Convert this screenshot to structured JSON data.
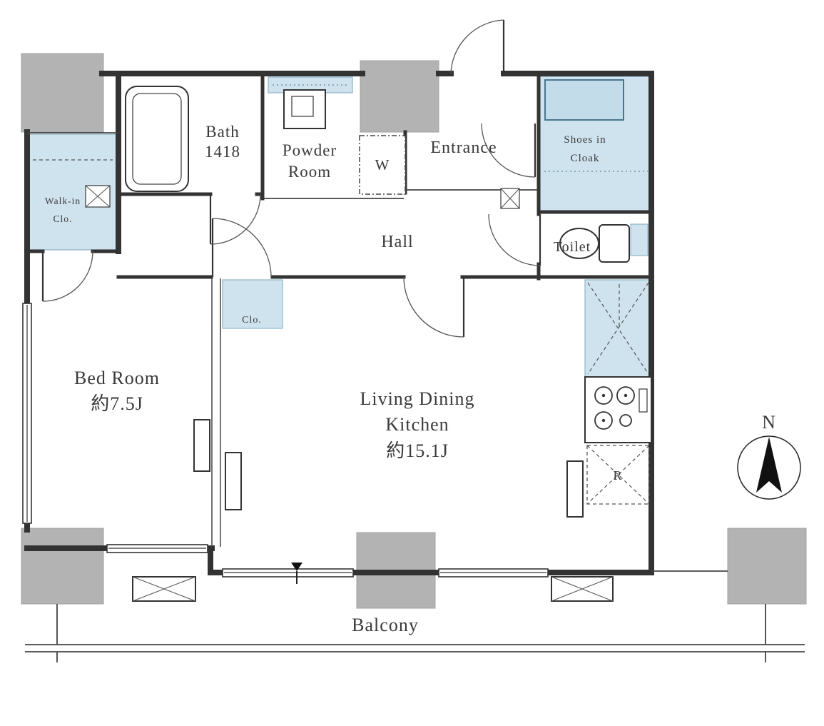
{
  "page": {
    "background": "#ffffff"
  },
  "colors": {
    "wall": "#333333",
    "pillar": "#b3b3b3",
    "fixture_blue": "#cfe3ee",
    "fixture_blue_border": "#49768e",
    "text": "#3a3a3a"
  },
  "compass": {
    "north_label": "N"
  },
  "rooms": {
    "bath": {
      "name": "Bath",
      "size": "1418"
    },
    "powder_room": {
      "line1": "Powder",
      "line2": "Room"
    },
    "washer_label": "W",
    "entrance": "Entrance",
    "shoes_in_cloak": {
      "line1": "Shoes in",
      "line2": "Cloak"
    },
    "toilet": "Toilet",
    "hall": "Hall",
    "walk_in_closet": {
      "line1": "Walk-in",
      "line2": "Clo."
    },
    "bedroom": {
      "name": "Bed Room",
      "size": "約7.5J"
    },
    "closet": "Clo.",
    "ldk": {
      "line1": "Living Dining",
      "line2": "Kitchen",
      "size": "約15.1J"
    },
    "refrigerator_label": "R",
    "balcony": "Balcony"
  }
}
